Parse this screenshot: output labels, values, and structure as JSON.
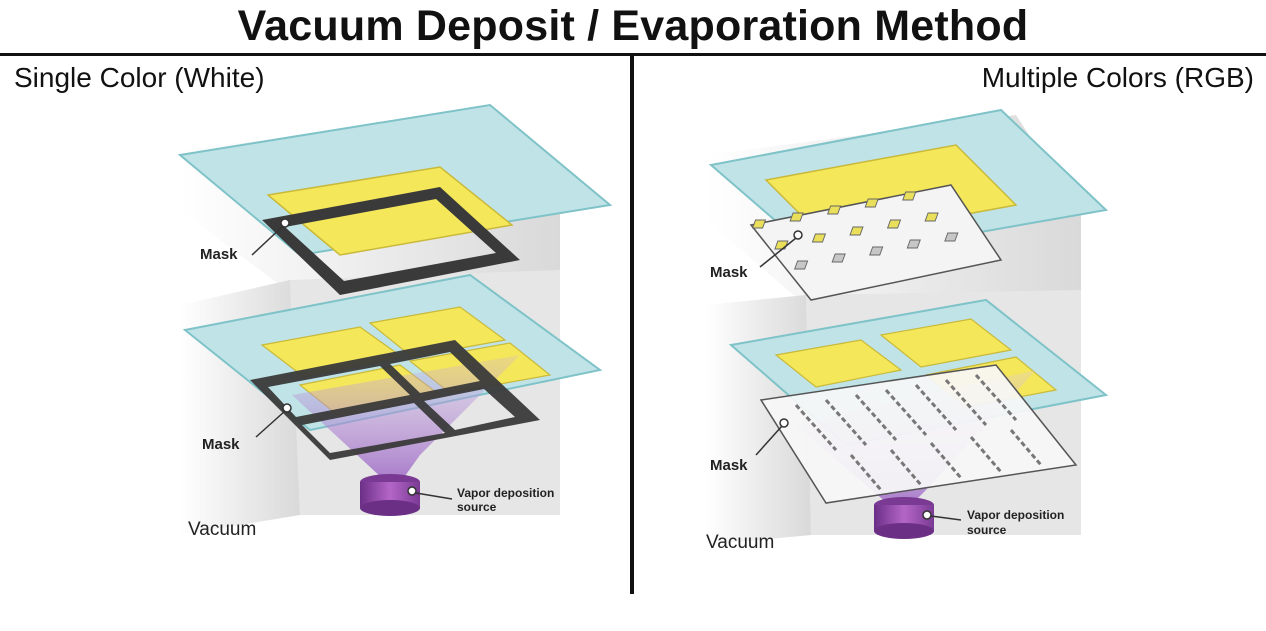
{
  "title": "Vacuum Deposit / Evaporation Method",
  "panels": {
    "left": {
      "heading": "Single Color (White)",
      "mask_top": "Mask",
      "mask_bottom": "Mask",
      "source_line1": "Vapor deposition",
      "source_line2": "source",
      "vacuum": "Vacuum"
    },
    "right": {
      "heading": "Multiple Colors (RGB)",
      "mask_top": "Mask",
      "mask_bottom": "Mask",
      "source_line1": "Vapor deposition",
      "source_line2": "source",
      "vacuum": "Vacuum"
    }
  },
  "colors": {
    "glass": "#bfe3e6",
    "glass_edge": "#7fc3c8",
    "emitter": "#f5e75a",
    "mask_dark": "#3a3a3a",
    "vapor": "#b48fd0",
    "source": "#9b4fae"
  }
}
